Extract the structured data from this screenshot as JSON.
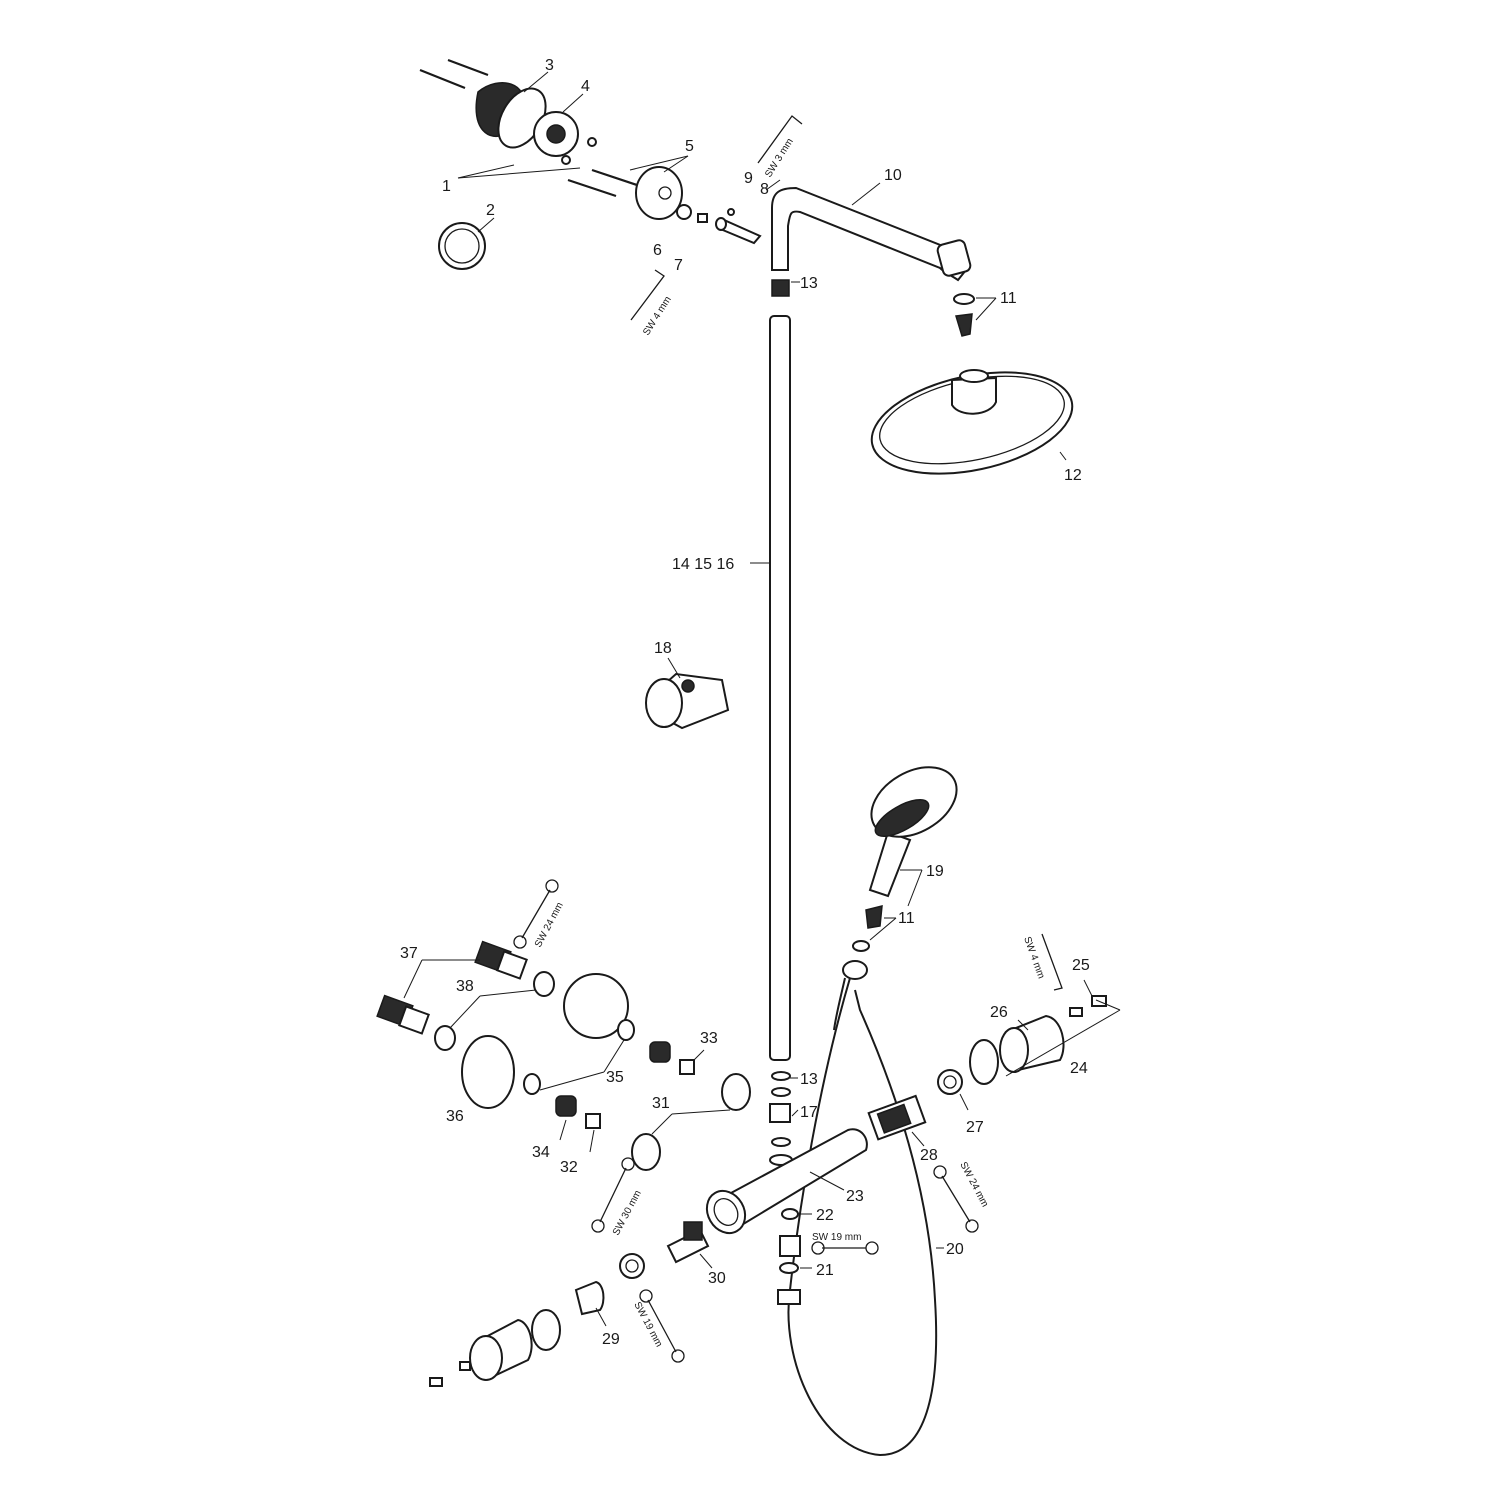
{
  "callouts": {
    "n1": "1",
    "n2": "2",
    "n3": "3",
    "n4": "4",
    "n5": "5",
    "n6": "6",
    "n7": "7",
    "n8": "8",
    "n9": "9",
    "n10": "10",
    "n11a": "11",
    "n11b": "11",
    "n12": "12",
    "n13a": "13",
    "n13b": "13",
    "n14_16": "14 15 16",
    "n17": "17",
    "n18": "18",
    "n19": "19",
    "n20": "20",
    "n21": "21",
    "n22": "22",
    "n23": "23",
    "n24": "24",
    "n25": "25",
    "n26": "26",
    "n27": "27",
    "n28": "28",
    "n29": "29",
    "n30": "30",
    "n31": "31",
    "n32": "32",
    "n33": "33",
    "n34": "34",
    "n35": "35",
    "n36": "36",
    "n37": "37",
    "n38": "38"
  },
  "tools": {
    "sw3": "SW 3 mm",
    "sw4_top": "SW 4 mm",
    "sw4_right": "SW 4 mm",
    "sw24_left": "SW 24 mm",
    "sw24_right": "SW 24 mm",
    "sw30": "SW 30 mm",
    "sw19_mid": "SW 19 mm",
    "sw19_bottom": "SW 19 mm"
  }
}
